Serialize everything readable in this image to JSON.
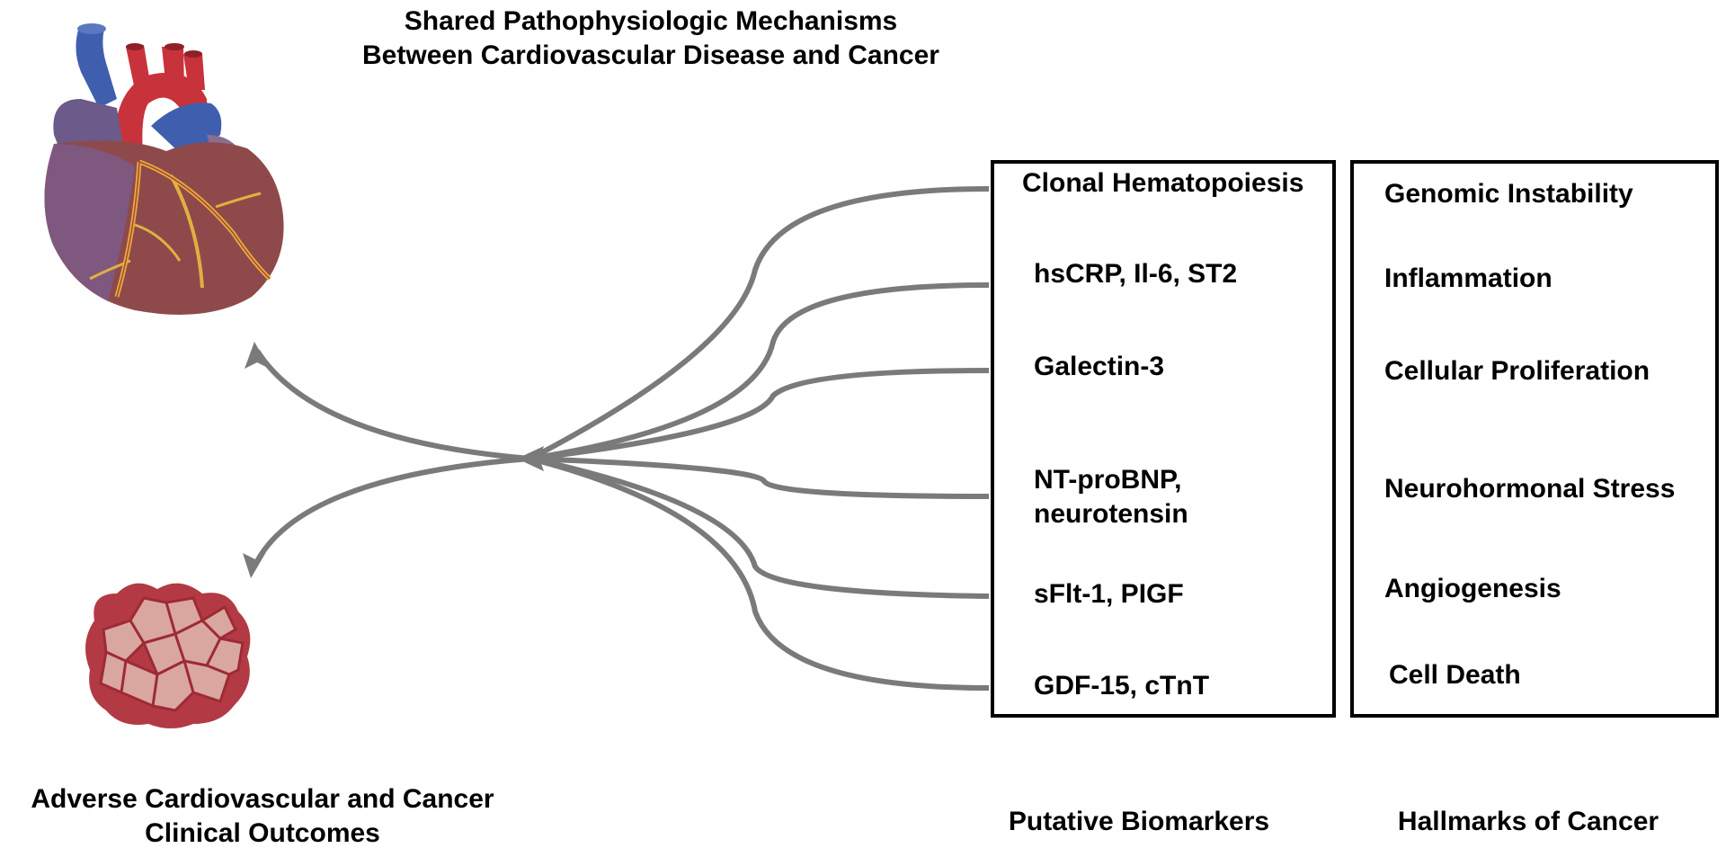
{
  "title": {
    "line1": "Shared Pathophysiologic Mechanisms",
    "line2": "Between Cardiovascular Disease and Cancer"
  },
  "biomarkers": {
    "heading": "Putative Biomarkers",
    "items": [
      "Clonal Hematopoiesis",
      "hsCRP, Il-6, ST2",
      "Galectin-3",
      "NT-proBNP,",
      "neurotensin",
      "sFlt-1, PIGF",
      "GDF-15, cTnT"
    ]
  },
  "hallmarks": {
    "heading": "Hallmarks of Cancer",
    "items": [
      "Genomic Instability",
      "Inflammation",
      "Cellular Proliferation",
      "Neurohormonal Stress",
      "Angiogenesis",
      "Cell Death"
    ]
  },
  "outcomes": {
    "line1": "Adverse Cardiovascular and Cancer",
    "line2": "Clinical Outcomes"
  },
  "colors": {
    "connector": "#7a7a7a",
    "box_border": "#000000",
    "heart_red": "#c8323a",
    "heart_blue": "#3f5fae",
    "heart_muscle": "#8e4a4a",
    "tumor": "#9e2a36"
  }
}
